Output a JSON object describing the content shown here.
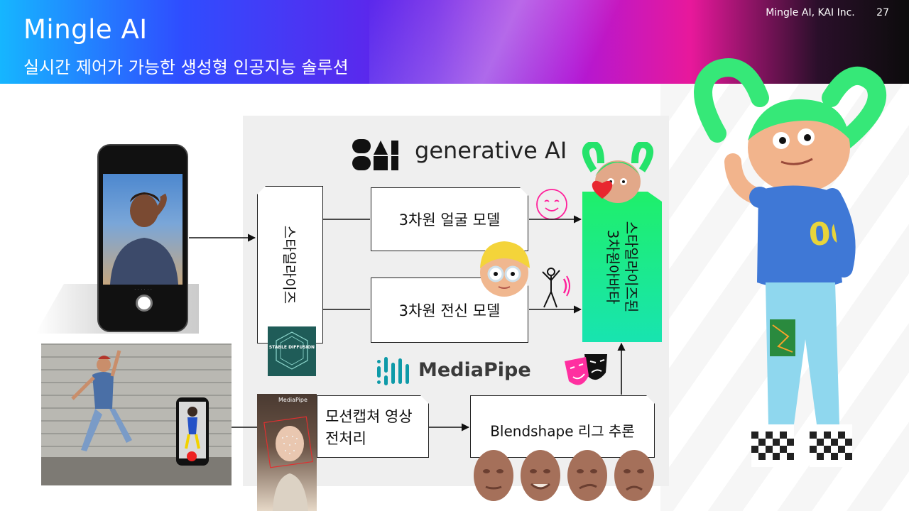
{
  "header": {
    "title": "Mingle AI",
    "subtitle": "실시간 제어가 가능한 생성형 인공지능 솔루션",
    "company": "Mingle AI, KAI Inc.",
    "page_number": "27"
  },
  "diagram": {
    "gai_logo_text": "generative AI",
    "mediapipe_text": "MediaPipe",
    "stable_diffusion_text": "STABLE DIFFUSION",
    "stylize_label": "스타일라이즈",
    "face_model_label": "3차원 얼굴 모델",
    "body_model_label": "3차원 전신 모델",
    "avatar_label_line1": "스타일라이즈된",
    "avatar_label_line2": "3차원아바타",
    "mocap_label_line1": "모션캡쳐 영상",
    "mocap_label_line2": "전처리",
    "blendshape_label": "Blendshape 리그 추론",
    "mini_mediapipe": "MediaPipe"
  },
  "colors": {
    "avatar_box_green": "#1fef6a",
    "mediapipe_teal": "#0e9aa8",
    "panel_grey": "#efefef"
  },
  "icons": [
    "smile-face-icon",
    "dancing-figure-icon",
    "heart-icon",
    "theater-masks-icon"
  ]
}
